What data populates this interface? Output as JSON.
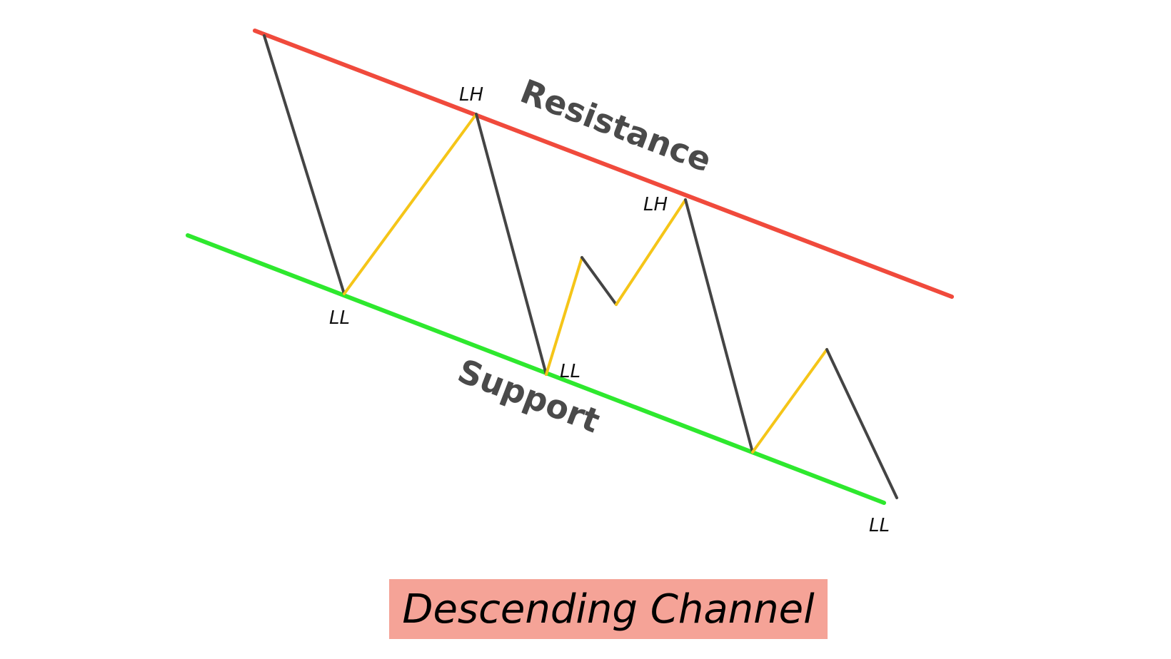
{
  "title": "Descending Channel",
  "lines": {
    "resistance": {
      "label": "Resistance",
      "color": "#f04a3c"
    },
    "support": {
      "label": "Support",
      "color": "#2ee82e"
    }
  },
  "swing_labels": {
    "lh_1": "LH",
    "lh_2": "LH",
    "ll_1": "LL",
    "ll_2": "LL",
    "ll_3": "LL"
  },
  "colors": {
    "down_leg": "#444444",
    "up_leg": "#f5c518",
    "title_bg": "#f5a397"
  }
}
